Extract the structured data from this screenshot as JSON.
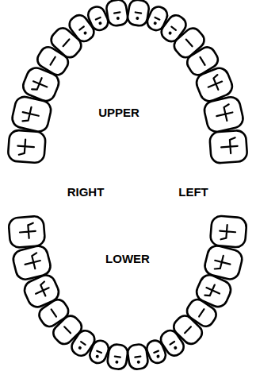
{
  "diagram": {
    "labels": [
      "UPPER",
      "RIGHT",
      "LEFT",
      "LOWER"
    ]
  }
}
